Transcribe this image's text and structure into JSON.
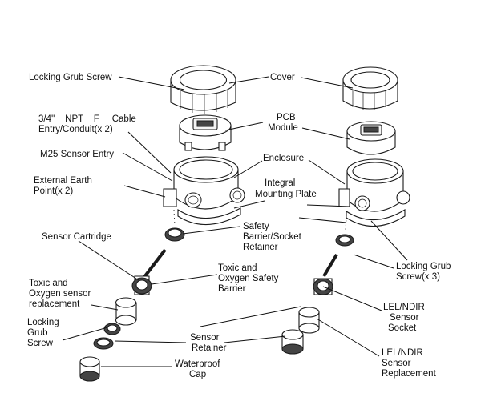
{
  "labels": {
    "locking_grub_screw_top": "Locking Grub Screw",
    "cover": "Cover",
    "npt_line1": "3/4''    NPT    F     Cable",
    "npt_line2": "Entry/Conduit(x 2)",
    "pcb_line1": "PCB",
    "pcb_line2": "Module",
    "m25": "M25 Sensor Entry",
    "enclosure": "Enclosure",
    "earth_line1": "External Earth",
    "earth_line2": "Point(x 2)",
    "integral_line1": "Integral",
    "integral_line2": "Mounting Plate",
    "safety_line1": "Safety",
    "safety_line2": "Barrier/Socket",
    "safety_line3": "Retainer",
    "sensor_cartridge": "Sensor Cartridge",
    "locking_right_line1": "Locking Grub",
    "locking_right_line2": "Screw(x 3)",
    "toxic_barrier_line1": "Toxic and",
    "toxic_barrier_line2": "Oxygen Safety",
    "toxic_barrier_line3": "Barrier",
    "toxic_repl_line1": "Toxic and",
    "toxic_repl_line2": "Oxygen sensor",
    "toxic_repl_line3": "replacement",
    "lel_socket_line1": "LEL/NDIR",
    "lel_socket_line2": "Sensor",
    "lel_socket_line3": "Socket",
    "locking_bottom_line1": "Locking",
    "locking_bottom_line2": "Grub",
    "locking_bottom_line3": "Screw",
    "sensor_retainer_line1": "Sensor",
    "sensor_retainer_line2": "Retainer",
    "lel_repl_line1": "LEL/NDIR",
    "lel_repl_line2": "Sensor",
    "lel_repl_line3": "Replacement",
    "waterproof_line1": "Waterproof",
    "waterproof_line2": "Cap"
  }
}
